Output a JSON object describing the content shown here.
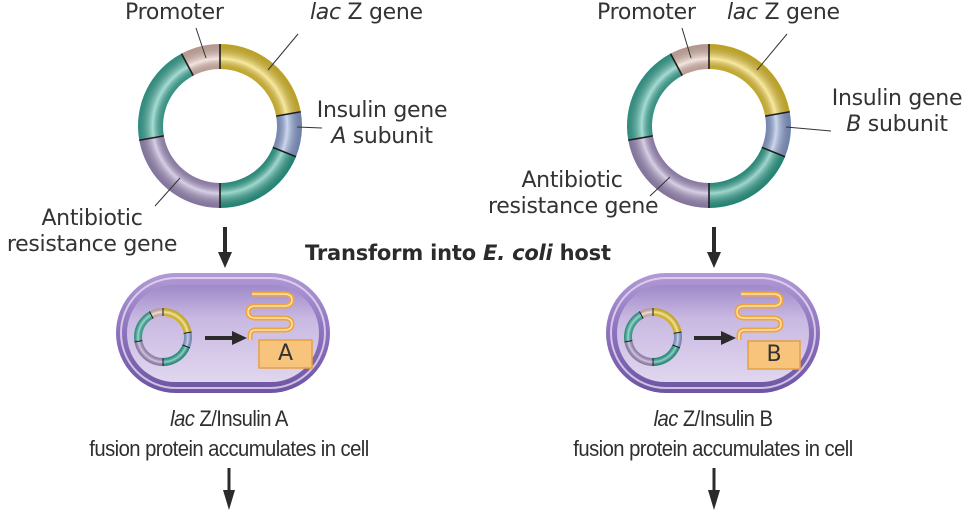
{
  "title": {
    "prefix": "Transform into ",
    "species": "E. coli",
    "suffix": " host"
  },
  "panels": [
    {
      "id": "A",
      "labels": {
        "promoter": "Promoter",
        "lacz_italic": "lac",
        "lacz_rest": " Z gene",
        "insulin_line1": "Insulin gene",
        "insulin_subunit_italic": "A",
        "insulin_subunit_rest": " subunit",
        "antibiotic_line1": "Antibiotic",
        "antibiotic_line2": "resistance gene"
      },
      "protein_box_label": "A",
      "caption": {
        "line1_italic": "lac",
        "line1_rest": " Z/Insulin A",
        "line2": "fusion protein accumulates in cell"
      }
    },
    {
      "id": "B",
      "labels": {
        "promoter": "Promoter",
        "lacz_italic": "lac",
        "lacz_rest": " Z gene",
        "insulin_line1": "Insulin gene",
        "insulin_subunit_italic": "B",
        "insulin_subunit_rest": " subunit",
        "antibiotic_line1": "Antibiotic",
        "antibiotic_line2": "resistance gene"
      },
      "protein_box_label": "B",
      "caption": {
        "line1_italic": "lac",
        "line1_rest": " Z/Insulin B",
        "line2": "fusion protein accumulates in cell"
      }
    }
  ],
  "plasmid_segments": [
    {
      "name": "promoter",
      "color": "#e8c4b8"
    },
    {
      "name": "lacz-gene",
      "color": "#f2cf2e"
    },
    {
      "name": "insulin-gene",
      "color": "#8fa6dc"
    },
    {
      "name": "backbone-right",
      "color": "#2aa892"
    },
    {
      "name": "antibiotic-resistance-gene",
      "color": "#a995c9"
    },
    {
      "name": "backbone-left",
      "color": "#3bb3a0"
    }
  ],
  "colors": {
    "cell_outer": "#8a72b8",
    "cell_inner": "#c3b2dd",
    "protein": "#f2a43a",
    "protein_box": "#f8c37a",
    "arrow": "#2b2b2b"
  }
}
